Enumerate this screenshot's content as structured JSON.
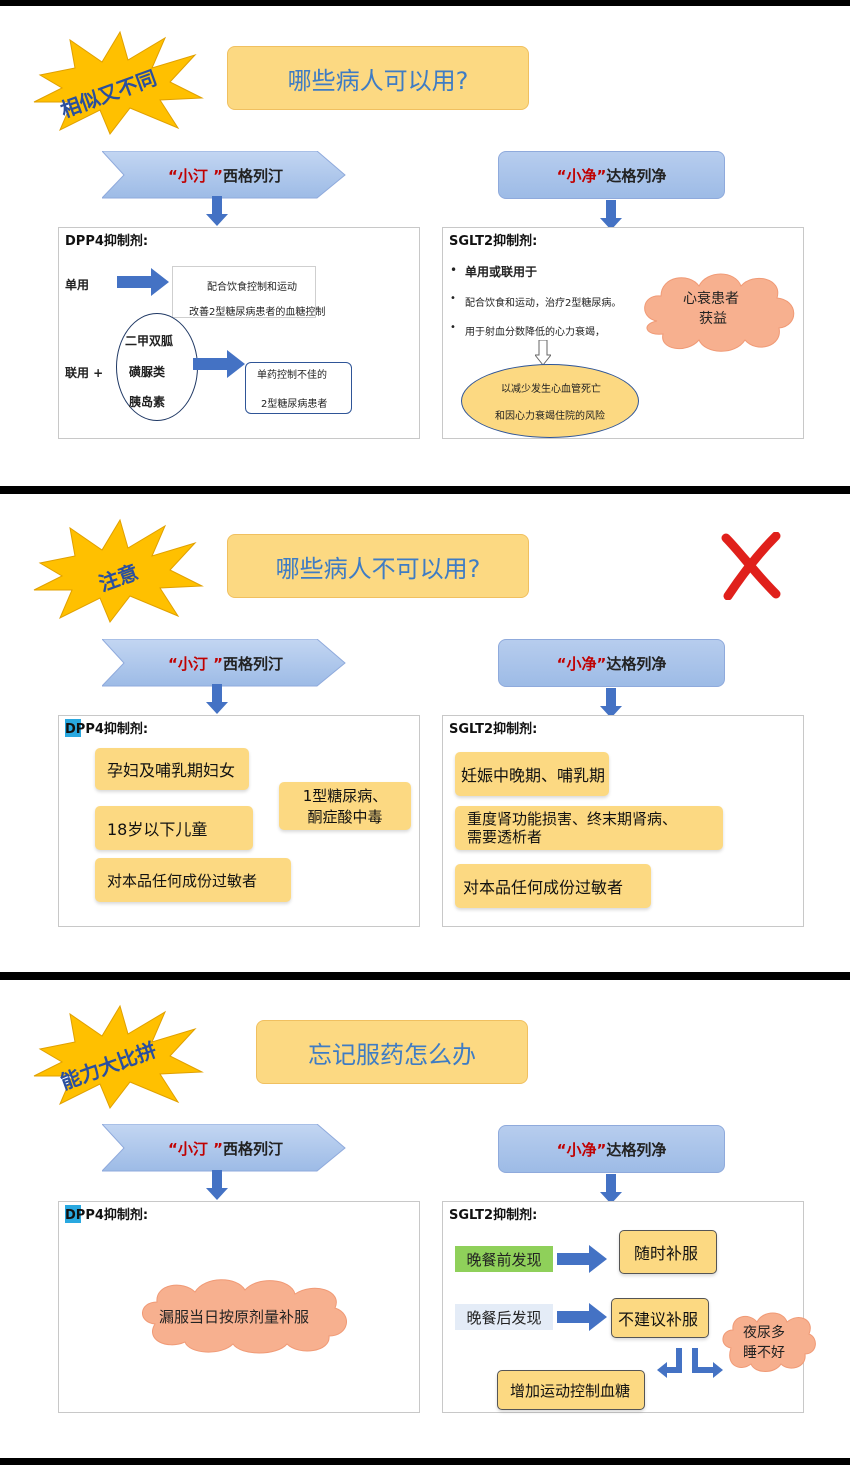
{
  "colors": {
    "accent_yellow": "#fcd982",
    "title_blue": "#3e7cc4",
    "drug_blue": "#9dbbe6",
    "arrow_blue": "#4472c4",
    "cloud_pink": "#f7b08f",
    "red_x": "#e0201b",
    "green_tag": "#8fd05a"
  },
  "s1": {
    "burst": "相似又不同",
    "title": "哪些病人可以用?",
    "left_drug": {
      "quote": "“小汀 ”",
      "name": "西格列汀"
    },
    "right_drug": {
      "quote": "“小净”",
      "name": "达格列净"
    },
    "left_panel": {
      "title": "DPP4抑制剂:",
      "solo_label": "单用",
      "solo_text1": "配合饮食控制和运动",
      "solo_text2": "改善2型糖尿病患者的血糖控制",
      "combo_label": "联用 +",
      "combo_items": [
        "二甲双胍",
        "磺脲类",
        "胰岛素"
      ],
      "combo_text1": "单药控制不佳的",
      "combo_text2": "2型糖尿病患者"
    },
    "right_panel": {
      "title": "SGLT2抑制剂:",
      "bullet1": "单用或联用于",
      "bullet2": "配合饮食和运动，治疗2型糖尿病。",
      "bullet3": "用于射血分数降低的心力衰竭，",
      "oval1": "以减少发生心血管死亡",
      "oval2": "和因心力衰竭住院的风险",
      "cloud1": "心衰患者",
      "cloud2": "获益"
    }
  },
  "s2": {
    "burst": "注意",
    "title": "哪些病人不可以用?",
    "icon": "red-x-icon",
    "left_drug": {
      "quote": "“小汀 ”",
      "name": "西格列汀"
    },
    "right_drug": {
      "quote": "“小净”",
      "name": "达格列净"
    },
    "left_panel": {
      "title": "DPP4抑制剂:",
      "items": [
        "孕妇及哺乳期妇女",
        "18岁以下儿童",
        "对本品任何成份过敏者"
      ],
      "side1": "1型糖尿病、",
      "side2": "酮症酸中毒"
    },
    "right_panel": {
      "title": "SGLT2抑制剂:",
      "item1": "妊娠中晚期、哺乳期",
      "item2a": "重度肾功能损害、终末期肾病、",
      "item2b": "需要透析者",
      "item3": "对本品任何成份过敏者"
    }
  },
  "s3": {
    "burst": "能力大比拼",
    "title": "忘记服药怎么办",
    "left_drug": {
      "quote": "“小汀 ”",
      "name": "西格列汀"
    },
    "right_drug": {
      "quote": "“小净”",
      "name": "达格列净"
    },
    "left_panel": {
      "title": "DPP4抑制剂:",
      "cloud": "漏服当日按原剂量补服"
    },
    "right_panel": {
      "title": "SGLT2抑制剂:",
      "before": "晚餐前发现",
      "before_result": "随时补服",
      "after": "晚餐后发现",
      "after_result": "不建议补服",
      "cloud1": "夜尿多",
      "cloud2": "睡不好",
      "exercise": "增加运动控制血糖"
    }
  }
}
